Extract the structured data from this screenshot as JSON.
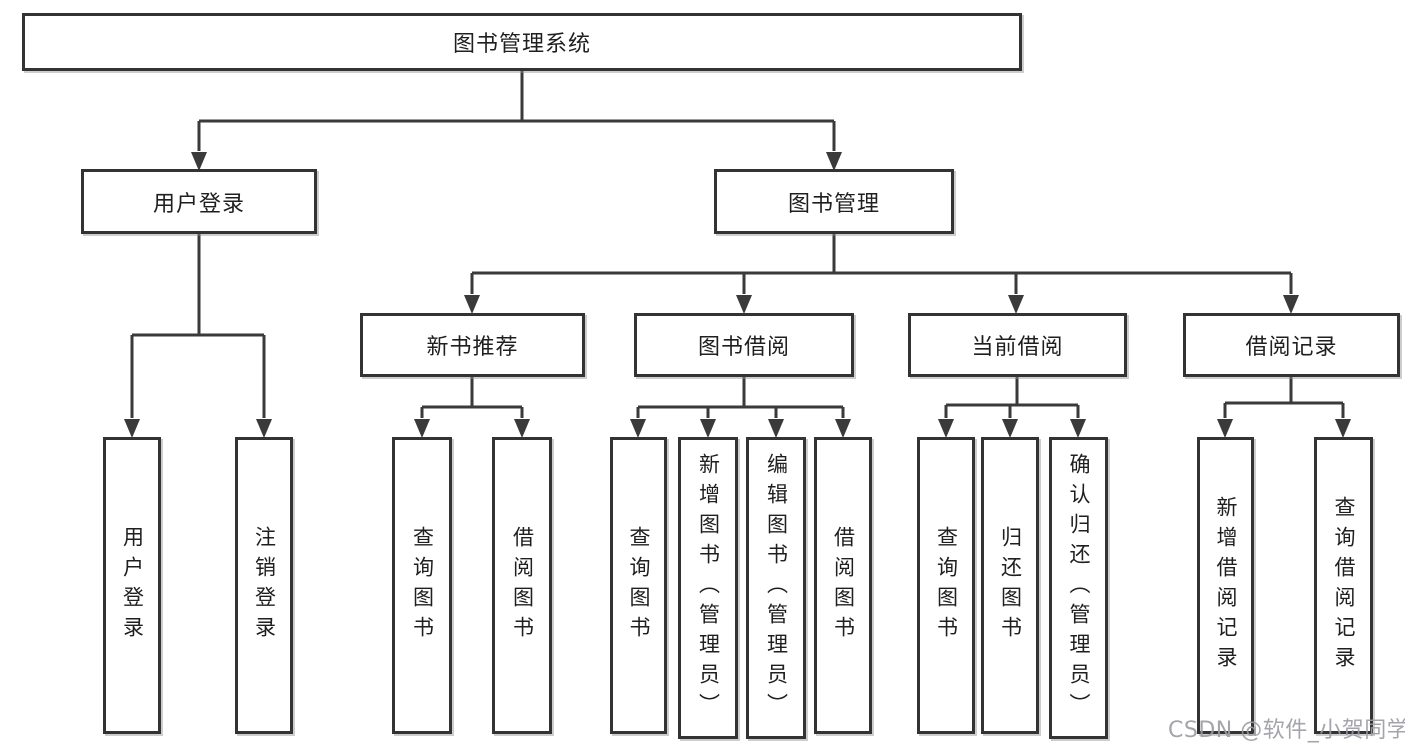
{
  "colors": {
    "line": "#3a3a3a",
    "border": "#333333",
    "fill": "#ffffff",
    "text": "#1f1f1f",
    "watermark": "#9b9ba1"
  },
  "watermark": {
    "text": "CSDN @软件_小贺同学"
  },
  "tree": {
    "label": "图书管理系统",
    "children": [
      {
        "label": "用户登录",
        "children": [
          {
            "label": "用户登录"
          },
          {
            "label": "注销登录"
          }
        ]
      },
      {
        "label": "图书管理",
        "children": [
          {
            "label": "新书推荐",
            "children": [
              {
                "label": "查询图书"
              },
              {
                "label": "借阅图书"
              }
            ]
          },
          {
            "label": "图书借阅",
            "children": [
              {
                "label": "查询图书"
              },
              {
                "label": "新增图书（管理员）"
              },
              {
                "label": "编辑图书（管理员）"
              },
              {
                "label": "借阅图书"
              }
            ]
          },
          {
            "label": "当前借阅",
            "children": [
              {
                "label": "查询图书"
              },
              {
                "label": "归还图书"
              },
              {
                "label": "确认归还（管理员）"
              }
            ]
          },
          {
            "label": "借阅记录",
            "children": [
              {
                "label": "新增借阅记录"
              },
              {
                "label": "查询借阅记录"
              }
            ]
          }
        ]
      }
    ]
  }
}
